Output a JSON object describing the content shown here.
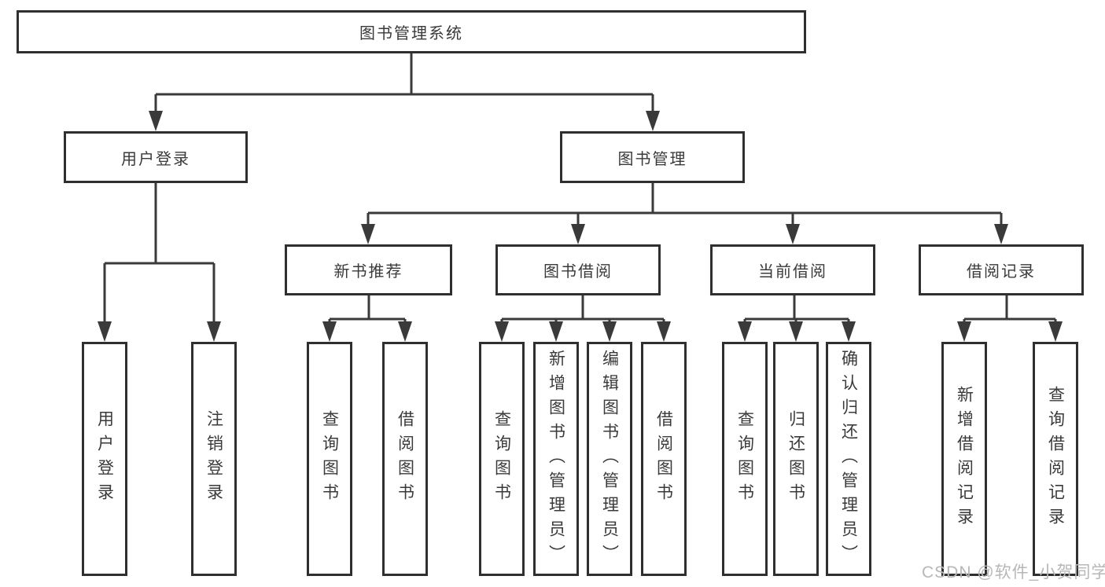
{
  "tree": {
    "root": "图书管理系统",
    "branches": [
      {
        "label": "用户登录",
        "leaves": [
          "用户登录",
          "注销登录"
        ]
      },
      {
        "label": "图书管理",
        "groups": [
          {
            "label": "新书推荐",
            "leaves": [
              "查询图书",
              "借阅图书"
            ]
          },
          {
            "label": "图书借阅",
            "leaves": [
              "查询图书",
              "新增图书（管理员）",
              "编辑图书（管理员）",
              "借阅图书"
            ]
          },
          {
            "label": "当前借阅",
            "leaves": [
              "查询图书",
              "归还图书",
              "确认归还（管理员）"
            ]
          },
          {
            "label": "借阅记录",
            "leaves": [
              "新增借阅记录",
              "查询借阅记录"
            ]
          }
        ]
      }
    ]
  },
  "watermark": "CSDN @软件_小贺同学",
  "colors": {
    "line": "#3a3a3a",
    "border": "#2f2f2f",
    "text": "#3a3a3a",
    "bg": "#ffffff",
    "watermark": "#b7b7b7"
  }
}
